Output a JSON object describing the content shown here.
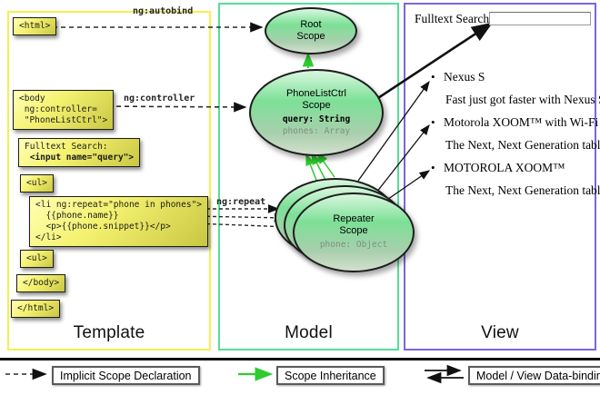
{
  "columns": {
    "template": "Template",
    "model": "Model",
    "view": "View"
  },
  "template": {
    "html_open": "<html>",
    "body_open": "<body\n ng:controller=\n \"PhoneListCtrl\">",
    "fulltext_label": "Fulltext Search:",
    "input_code": " <input name=\"query\">",
    "ul_open": "<ul>",
    "li_repeat": "<li ng:repeat=\"phone in phones\">\n  {{phone.name}}\n  <p>{{phone.snippet}}</p>\n</li>",
    "ul_close": "<ul>",
    "body_close": "</body>",
    "html_close": "</html>"
  },
  "model": {
    "labels": {
      "autobind": "ng:autobind",
      "controller": "ng:controller",
      "repeat": "ng:repeat"
    },
    "root_scope": {
      "title": "Root\nScope"
    },
    "phonelist_scope": {
      "title": "PhoneListCtrl\nScope",
      "query": "query: String",
      "phones": "phones: Array"
    },
    "repeater_scope": {
      "title": "Repeater\nScope",
      "phone": "phone: Object"
    }
  },
  "view": {
    "search_label": "Fulltext Search:",
    "search_value": "",
    "bullet": "•",
    "items": [
      {
        "name": "Nexus S",
        "snippet": "Fast just got faster with Nexus S."
      },
      {
        "name": "Motorola XOOM™ with Wi-Fi",
        "snippet": "The Next, Next Generation tablet."
      },
      {
        "name": "MOTOROLA XOOM™",
        "snippet": "The Next, Next Generation tablet."
      }
    ]
  },
  "legend": {
    "implicit": {
      "label": "Implicit Scope Declaration",
      "arrow": "dashed-black-arrow"
    },
    "inheritance": {
      "label": "Scope Inheritance",
      "arrow": "solid-green-arrow"
    },
    "databinding": {
      "label": "Model / View Data-binding",
      "arrow": "double-black-arrow"
    }
  },
  "colors": {
    "template_border": "#f2f24e",
    "model_border": "#55dd99",
    "view_border": "#7767dd",
    "code_box_yellow": "#f4f270",
    "scope_green": "#7ce096",
    "inheritance_arrow_green": "#2ecc2e",
    "arrow_black": "#1a1a1a"
  }
}
